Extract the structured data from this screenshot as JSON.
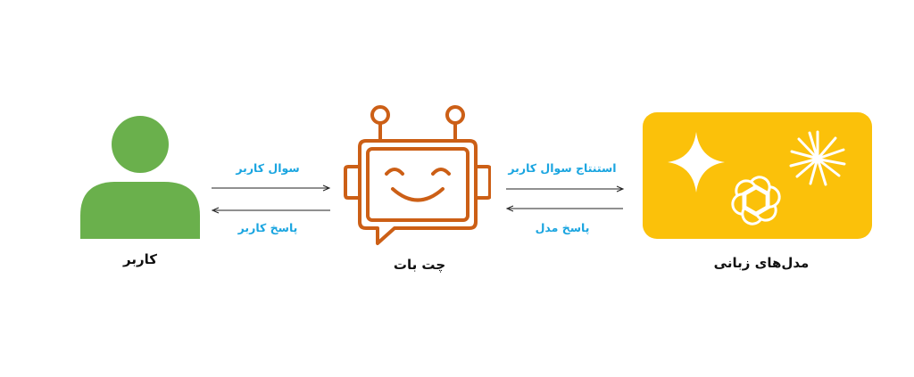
{
  "colors": {
    "user_green": "#6ab04c",
    "bot_orange": "#cc5f16",
    "models_yellow": "#fbc10a",
    "arrow_label_blue": "#1aa5e0",
    "arrow_line": "#222222"
  },
  "nodes": {
    "user": {
      "label": "کاربر",
      "icon": "user-silhouette-icon"
    },
    "chatbot": {
      "label": "چت بات",
      "icon": "robot-chat-icon"
    },
    "models": {
      "label": "مدل‌های زبانی",
      "icons": [
        "gemini-sparkle-icon",
        "claude-starburst-icon",
        "openai-knot-icon"
      ]
    }
  },
  "edges": {
    "user_to_bot": "سوال کاربر",
    "bot_to_user": "پاسخ کاربر",
    "bot_to_models": "استنتاج سوال کاربر",
    "models_to_bot": "پاسخ مدل"
  }
}
